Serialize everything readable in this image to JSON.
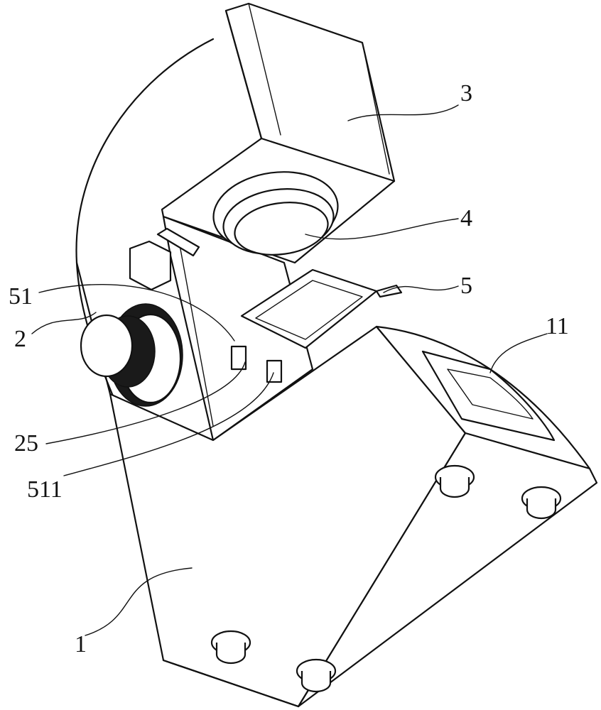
{
  "labels": {
    "l1": "1",
    "l2": "2",
    "l3": "3",
    "l4": "4",
    "l5": "5",
    "l11": "11",
    "l25": "25",
    "l51": "51",
    "l511": "511"
  }
}
